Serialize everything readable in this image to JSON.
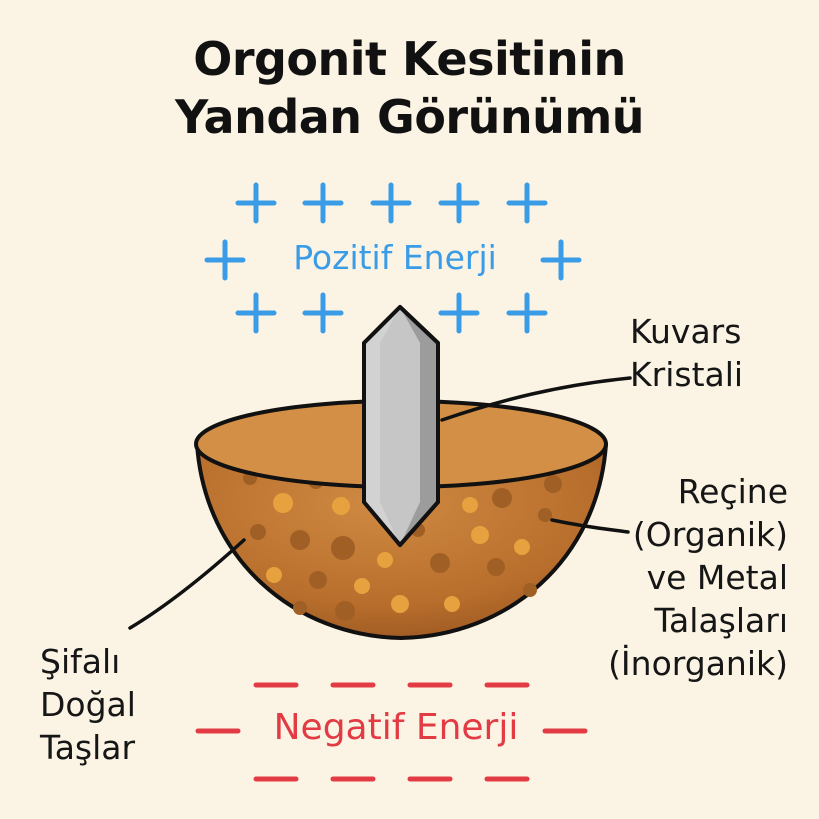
{
  "title": {
    "line1": "Orgonit Kesitinin",
    "line2": "Yandan Görünümü"
  },
  "energy": {
    "positive_label": "Pozitif Enerji",
    "negative_label": "Negatif Enerji"
  },
  "labels": {
    "crystal": [
      "Kuvars",
      "Kristali"
    ],
    "resin": [
      "Reçine",
      "(Organik)",
      "ve Metal",
      "Talaşları",
      "(İnorganik)"
    ],
    "stones": [
      "Şifalı",
      "Doğal",
      "Taşlar"
    ]
  },
  "colors": {
    "background": "#fbf4e4",
    "positive": "#3a9be6",
    "negative": "#e23b44",
    "bowl": "#c27a36",
    "crystal": "#b9b9b9"
  }
}
